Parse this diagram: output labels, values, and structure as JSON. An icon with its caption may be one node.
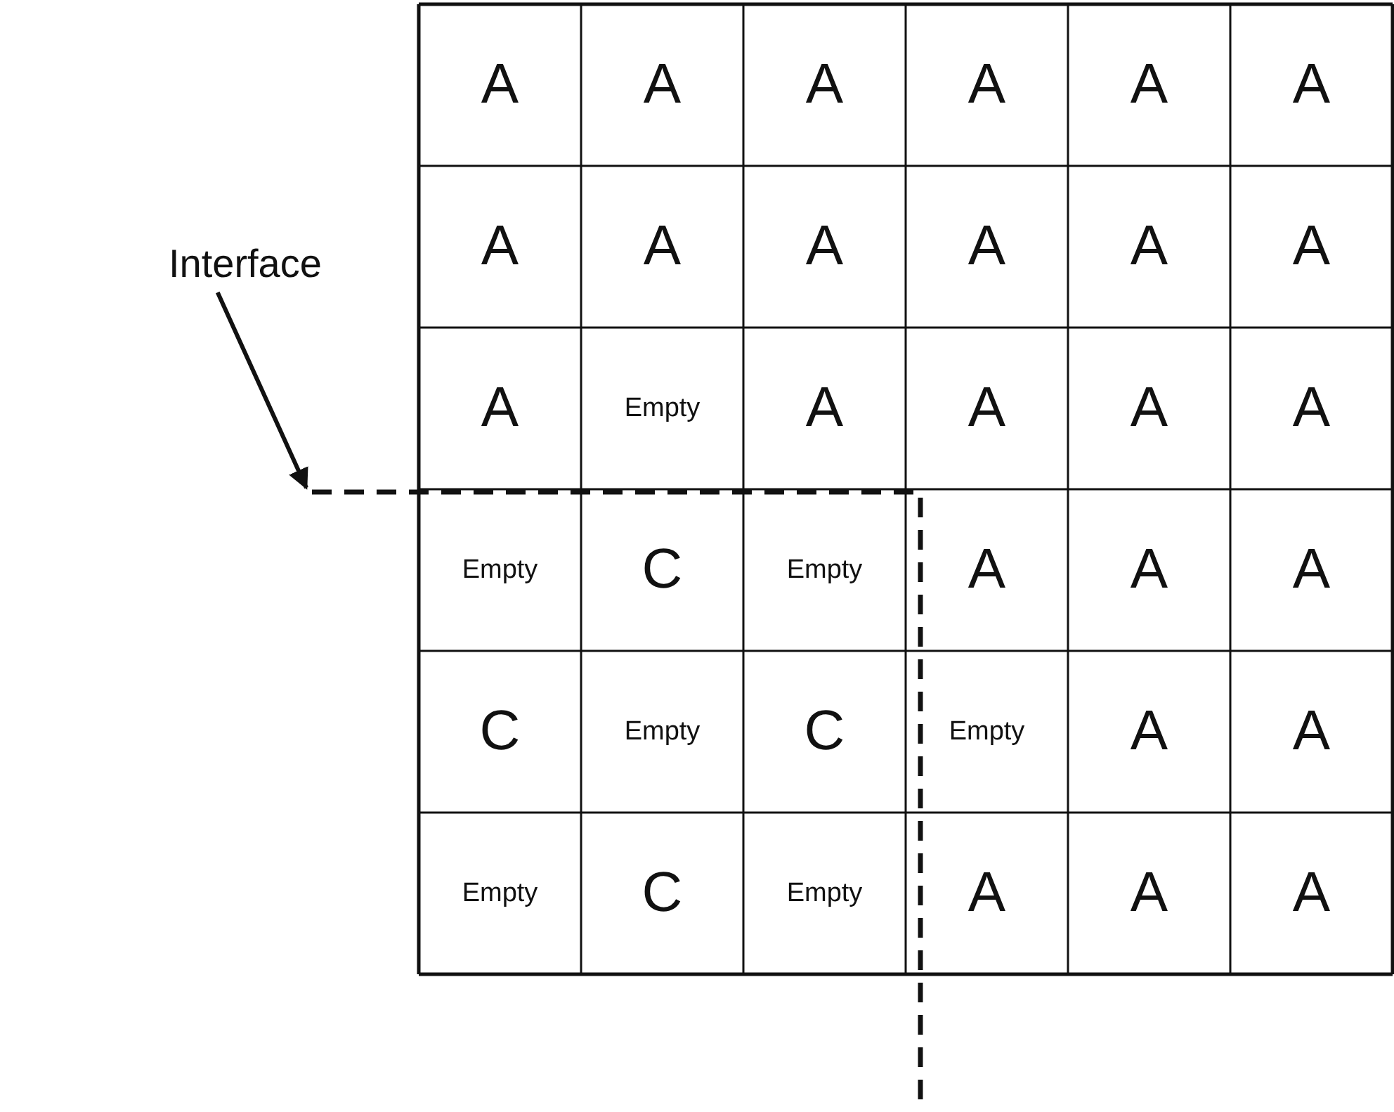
{
  "diagram": {
    "nodes": [
      {
        "text": [
          "Interface"
        ]
      },
      {
        "text": [],
        "shape": "line"
      }
    ],
    "edges": [
      {
        "from": 0,
        "to": 1,
        "arrow": "to"
      }
    ],
    "labels": [
      "A",
      "A",
      "A",
      "A",
      "A",
      "A",
      "A",
      "A",
      "A",
      "A",
      "A",
      "A",
      "A",
      "Empty",
      "A",
      "A",
      "A",
      "A",
      "Empty",
      "C",
      "Empty",
      "A",
      "A",
      "A",
      "C",
      "Empty",
      "C",
      "Empty",
      "A",
      "A",
      "Empty",
      "C",
      "Empty",
      "A",
      "A",
      "A"
    ]
  }
}
